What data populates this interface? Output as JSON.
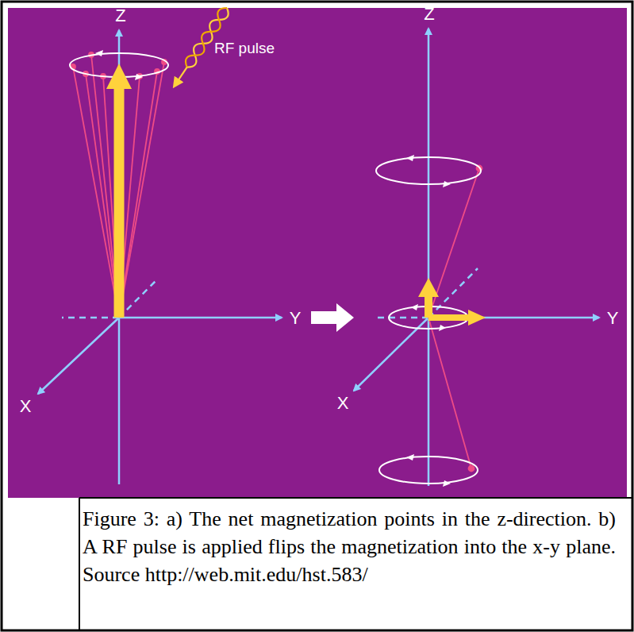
{
  "diagram": {
    "caption": "Figure 3: a) The net magnetization points in the z-direction. b) A RF pulse is applied flips the magnetization into the x-y plane. Source http://web.mit.edu/hst.583/",
    "labels": [
      "Z",
      "Y",
      "X",
      "RF pulse",
      "Z",
      "Y",
      "X"
    ]
  }
}
